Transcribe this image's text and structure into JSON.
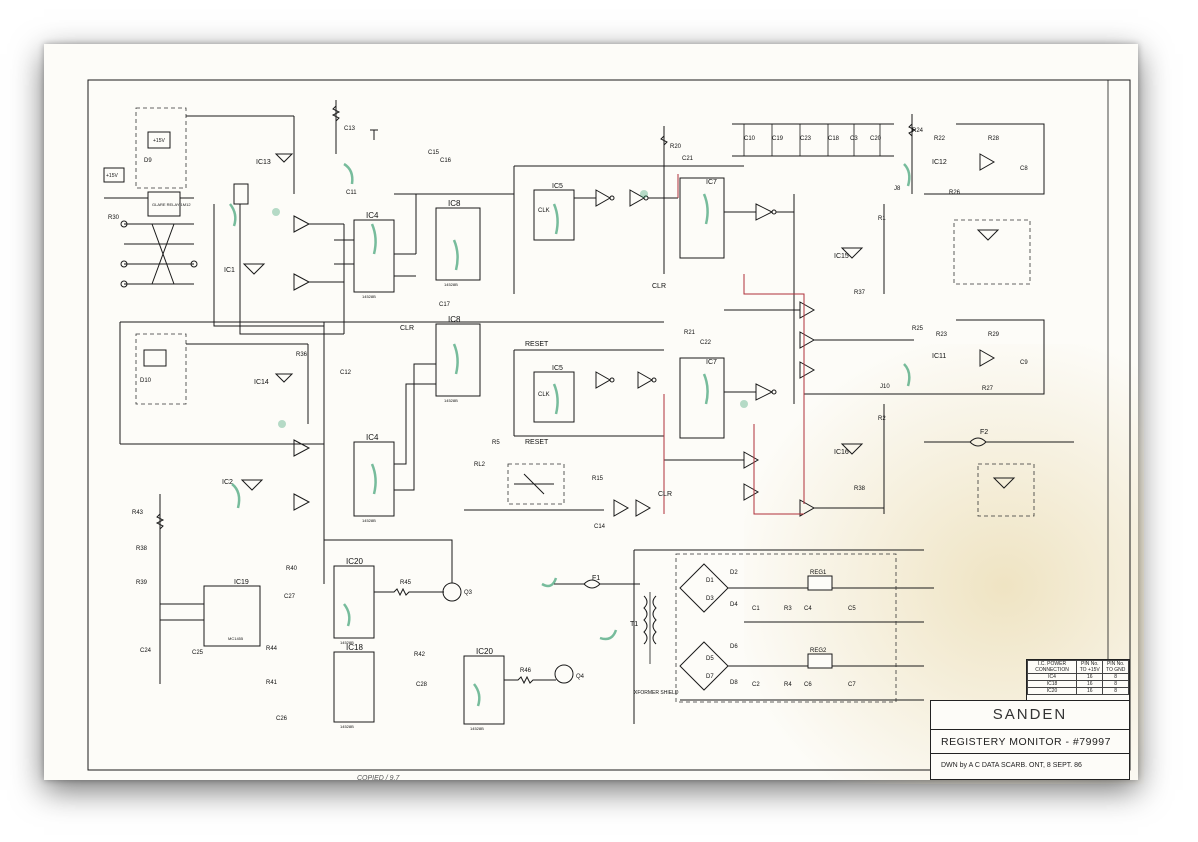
{
  "title_block": {
    "company": "SANDEN",
    "drawing_name": "REGISTERY MONITOR - #79997",
    "drawn_by": "DWN by A C DATA SCARB. ONT, 8 SEPT. 86"
  },
  "pin_table": {
    "headers": [
      "I.C. POWER CONNECTION",
      "PIN No. TO +15V",
      "PIN No. TO GND"
    ],
    "rows": [
      [
        "IC4",
        "16",
        "8"
      ],
      [
        "IC18",
        "16",
        "8"
      ],
      [
        "IC20",
        "16",
        "8"
      ]
    ]
  },
  "handwritten_note": "COPIED / 9.7",
  "labels": {
    "ic4_top": "IC4",
    "ic4_bottom": "IC4",
    "ic8_top": "IC8",
    "ic8_bottom": "IC8",
    "ic5_top": "IC5",
    "ic5_bottom": "IC5",
    "ic7_top": "IC7",
    "ic7_bottom": "IC7",
    "ic20_top": "IC20",
    "ic18": "IC18",
    "ic20_bottom": "IC20",
    "ic19": "IC19",
    "ic19_sub": "MC1455",
    "ic12": "IC12",
    "ic11": "IC11",
    "ic13": "IC13",
    "ic14": "IC14",
    "ic1": "IC1",
    "ic2": "IC2",
    "ic15": "IC15",
    "ic16": "IC16",
    "part_145": "14528B",
    "clr_1": "CLR",
    "clr_2": "CLR",
    "clr_3": "CLR",
    "reset_1": "RESET",
    "reset_2": "RESET",
    "clk_1": "CLK",
    "clk_2": "CLK",
    "c13": "C13",
    "c15": "C15",
    "c16": "C16",
    "c11": "C11",
    "c17": "C17",
    "c12": "C12",
    "c21": "C21",
    "c22": "C22",
    "c14": "C14",
    "c27": "C27",
    "c28": "C28",
    "c24": "C24",
    "c25": "C25",
    "c26": "C26",
    "c1": "C1",
    "c2": "C2",
    "c4": "C4",
    "c5": "C5",
    "c6": "C6",
    "c7": "C7",
    "c8": "C8",
    "c9": "C9",
    "c10": "C10",
    "c19": "C19",
    "c23": "C23",
    "c18": "C18",
    "c3": "C3",
    "c20": "C20",
    "r30": "R30",
    "r43": "R43",
    "r39": "R39",
    "r38": "R38",
    "r44": "R44",
    "r41": "R41",
    "r40": "R40",
    "r45": "R45",
    "r42": "R42",
    "r46": "R46",
    "r5": "R5",
    "r15": "R15",
    "r20": "R20",
    "r21": "R21",
    "r22": "R22",
    "r23": "R23",
    "r24": "R24",
    "r25": "R25",
    "r26": "R26",
    "r27": "R27",
    "r28": "R28",
    "r29": "R29",
    "r1": "R1",
    "r2": "R2",
    "r3": "R3",
    "r4": "R4",
    "r37": "R37",
    "r36": "R36",
    "q3": "Q3",
    "q4": "Q4",
    "f1": "F1",
    "f2": "F2",
    "t1": "T1",
    "rl2": "RL2",
    "reg1": "REG1",
    "reg2": "REG2",
    "d1": "D1",
    "d2": "D2",
    "d3": "D3",
    "d4": "D4",
    "d5": "D5",
    "d6": "D6",
    "d7": "D7",
    "d8": "D8",
    "d9": "D9",
    "d10": "D10",
    "j8": "J8",
    "j10": "J10",
    "xformer": "XFORMER SHIELD",
    "plus15": "+15V",
    "glare_relay": "GLARE RELAY 1M12"
  }
}
